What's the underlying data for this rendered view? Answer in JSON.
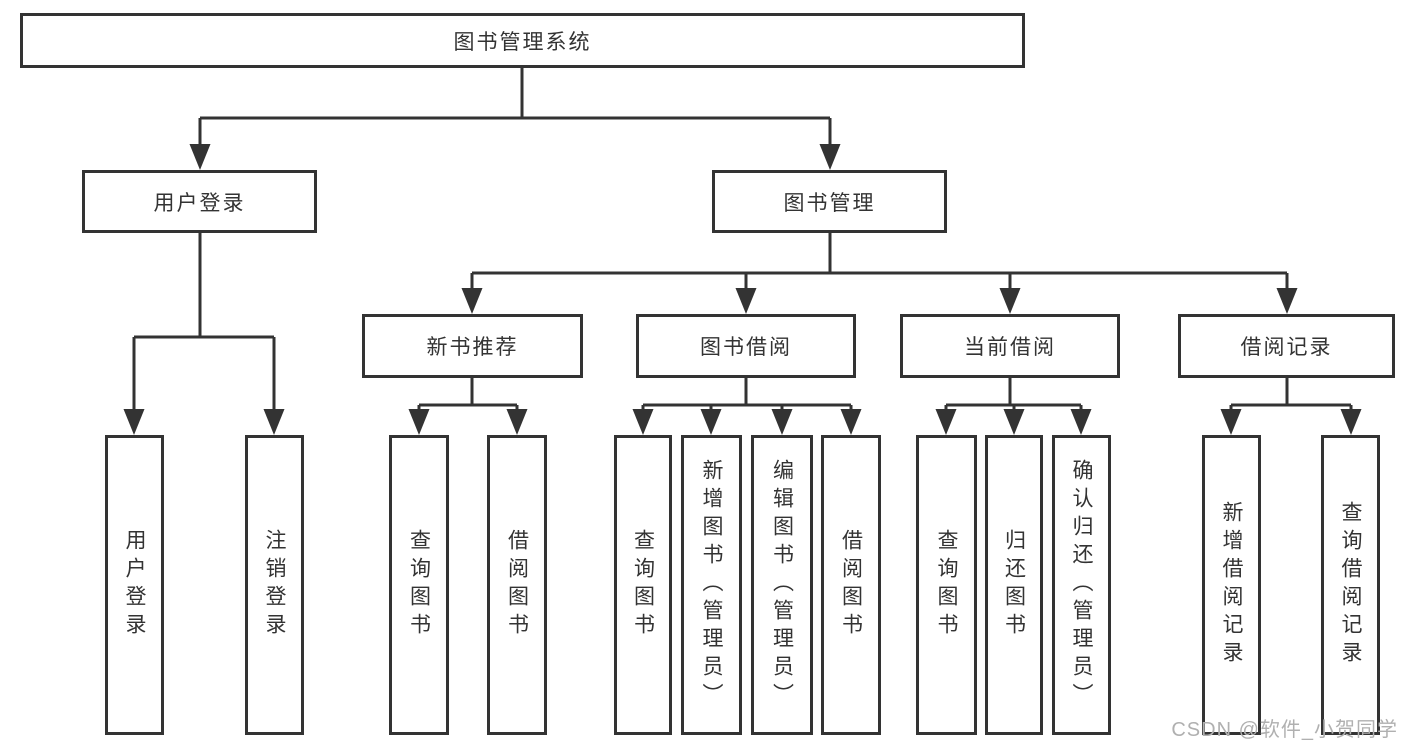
{
  "diagram_title": "图书管理系统",
  "tree": {
    "label": "图书管理系统",
    "children": [
      {
        "label": "用户登录",
        "children": [
          {
            "label": "用户登录"
          },
          {
            "label": "注销登录"
          }
        ]
      },
      {
        "label": "图书管理",
        "children": [
          {
            "label": "新书推荐",
            "children": [
              {
                "label": "查询图书"
              },
              {
                "label": "借阅图书"
              }
            ]
          },
          {
            "label": "图书借阅",
            "children": [
              {
                "label": "查询图书"
              },
              {
                "label": "新增图书（管理员）"
              },
              {
                "label": "编辑图书（管理员）"
              },
              {
                "label": "借阅图书"
              }
            ]
          },
          {
            "label": "当前借阅",
            "children": [
              {
                "label": "查询图书"
              },
              {
                "label": "归还图书"
              },
              {
                "label": "确认归还（管理员）"
              }
            ]
          },
          {
            "label": "借阅记录",
            "children": [
              {
                "label": "新增借阅记录"
              },
              {
                "label": "查询借阅记录"
              }
            ]
          }
        ]
      }
    ]
  },
  "watermark": "CSDN @软件_小贺同学",
  "colors": {
    "line": "#333333",
    "box_border": "#333333",
    "box_background": "#ffffff",
    "text": "#333333",
    "watermark": "#b0b0b0",
    "background": "#ffffff"
  }
}
